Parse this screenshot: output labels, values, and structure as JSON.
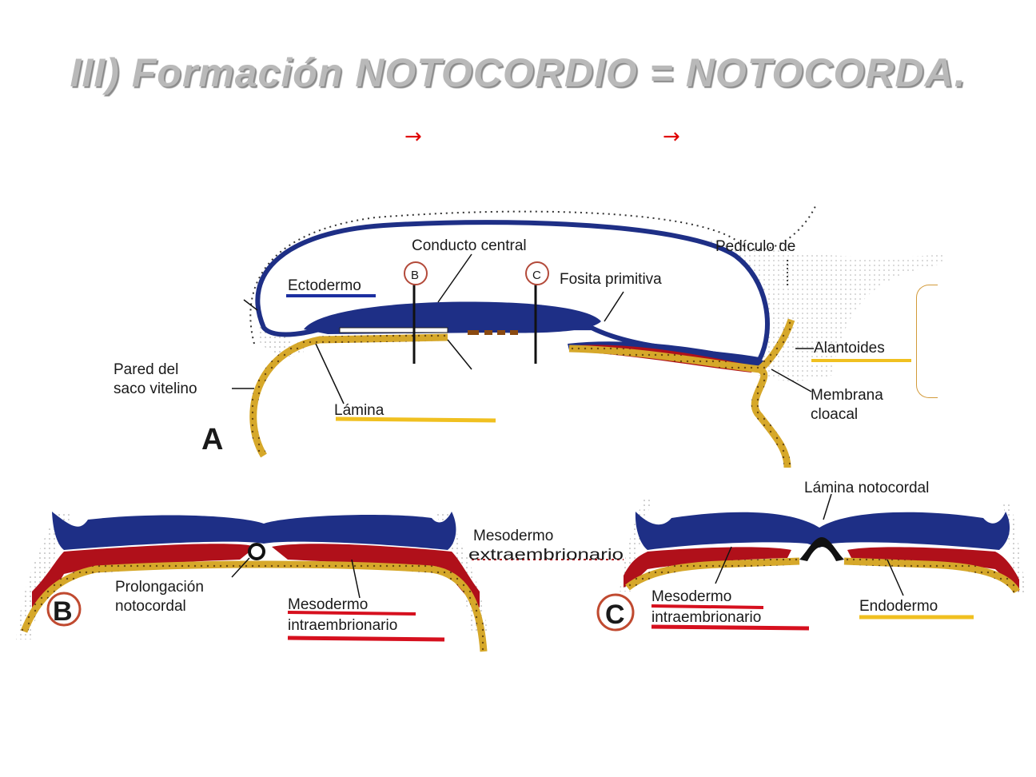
{
  "title": "III)  Formación NOTOCORDIO = NOTOCORDA.",
  "arrows": [
    "→",
    "→"
  ],
  "colors": {
    "ectoderm": "#1e2f86",
    "mesoderm": "#b0101a",
    "endoderm": "#d6a82a",
    "highlight_blue": "#1c2fa0",
    "highlight_red": "#d6101e",
    "highlight_yellow": "#f0c020",
    "title_gray": "#b9b9b9",
    "arrow_red": "#e00000"
  },
  "figure_a": {
    "letter": "A",
    "labels": {
      "ectodermo": "Ectodermo",
      "conducto_central": "Conducto central",
      "marker_b": "B",
      "marker_c": "C",
      "fosita_primitiva": "Fosita primitiva",
      "pediculo": "Pedículo de",
      "alantoides": "Alantoides",
      "membrana": "Membrana",
      "cloacal": "cloacal",
      "pared_del": "Pared del",
      "saco_vitelino": "saco vitelino",
      "lamina": "Lámina"
    }
  },
  "figure_b": {
    "letter": "B",
    "labels": {
      "prolongacion": "Prolongación",
      "notocordal": "notocordal",
      "mesodermo": "Mesodermo",
      "intraembrionario": "intraembrionario",
      "mesodermo_extra": "Mesodermo",
      "extraembrionario": "extraembrionario"
    }
  },
  "figure_c": {
    "letter": "C",
    "labels": {
      "lamina_notocordal": "Lámina notocordal",
      "mesodermo": "Mesodermo",
      "intraembrionario": "intraembrionario",
      "endodermo": "Endodermo"
    }
  }
}
